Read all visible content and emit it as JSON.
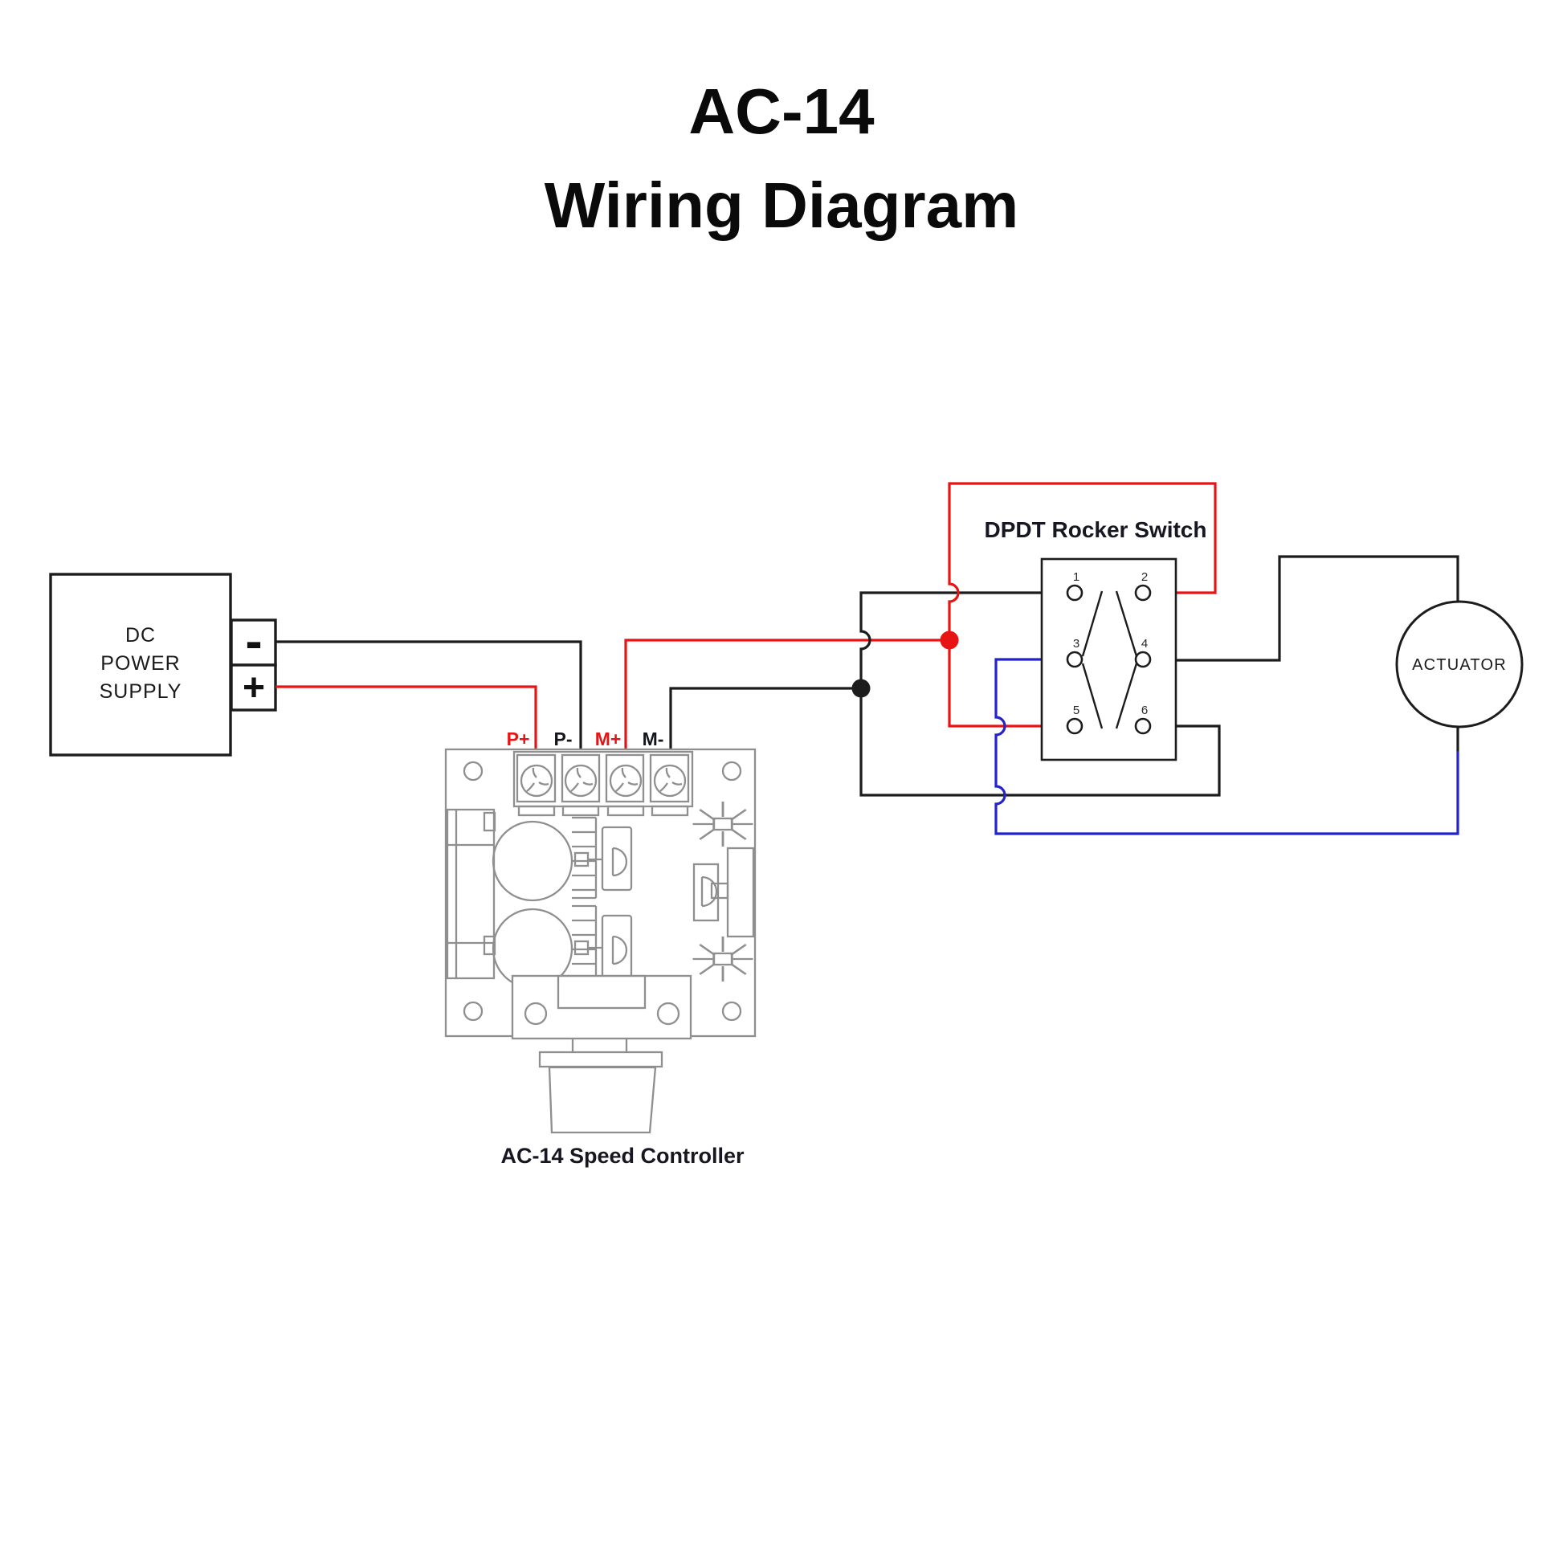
{
  "title": {
    "line1": "AC-14",
    "line2": "Wiring Diagram"
  },
  "power_supply": {
    "line1": "DC",
    "line2": "POWER",
    "line3": "SUPPLY",
    "terminal_negative": "-",
    "terminal_positive": "+"
  },
  "controller": {
    "label": "AC-14 Speed Controller",
    "terminals": {
      "p_plus": "P+",
      "p_minus": "P-",
      "m_plus": "M+",
      "m_minus": "M-"
    }
  },
  "switch": {
    "label": "DPDT Rocker Switch",
    "pins": [
      "1",
      "2",
      "3",
      "4",
      "5",
      "6"
    ]
  },
  "actuator": {
    "label": "ACTUATOR"
  },
  "colors": {
    "wire_red": "#e81414",
    "wire_black": "#1c1c1c",
    "wire_blue": "#2323cd",
    "pcb_gray": "#8f8f8f",
    "label_dark": "#171722"
  }
}
